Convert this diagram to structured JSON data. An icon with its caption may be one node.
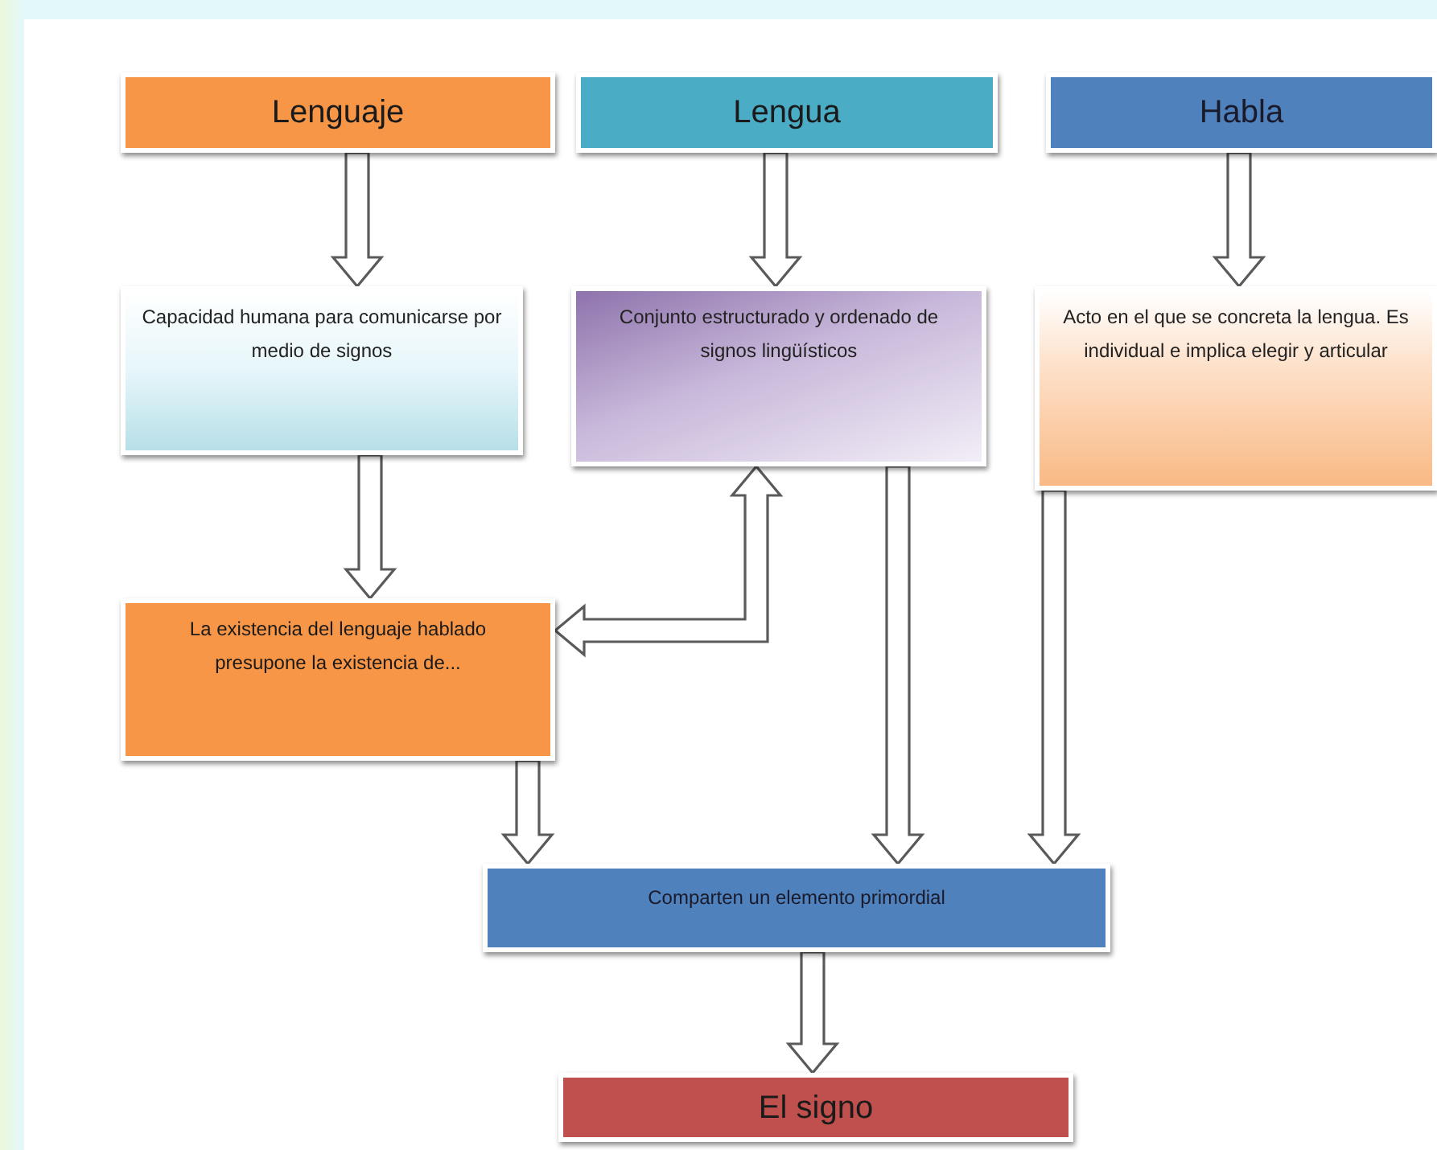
{
  "diagram": {
    "nodes": [
      {
        "text": [
          "Lenguaje"
        ]
      },
      {
        "text": [
          "Lengua"
        ]
      },
      {
        "text": [
          "Habla"
        ]
      },
      {
        "text": [
          "Capacidad humana para comunicarse por medio de signos"
        ]
      },
      {
        "text": [
          "Conjunto estructurado y ordenado de signos lingüísticos"
        ]
      },
      {
        "text": [
          "Acto en el que se concreta la lengua. Es individual e implica elegir y articular"
        ]
      },
      {
        "text": [
          "La existencia del lenguaje hablado presupone la existencia de..."
        ]
      },
      {
        "text": [
          "Comparten un elemento primordial"
        ]
      },
      {
        "text": [
          "El signo"
        ]
      }
    ],
    "edges": [
      {
        "from": 0,
        "to": 3,
        "arrow": "to"
      },
      {
        "from": 1,
        "to": 4,
        "arrow": "to"
      },
      {
        "from": 2,
        "to": 5,
        "arrow": "to"
      },
      {
        "from": 3,
        "to": 6,
        "arrow": "to"
      },
      {
        "from": 4,
        "to": 6,
        "arrow": "both"
      },
      {
        "from": 4,
        "to": 7,
        "arrow": "to"
      },
      {
        "from": 5,
        "to": 7,
        "arrow": "to"
      },
      {
        "from": 6,
        "to": 7,
        "arrow": "to"
      },
      {
        "from": 7,
        "to": 8,
        "arrow": "to"
      }
    ]
  }
}
